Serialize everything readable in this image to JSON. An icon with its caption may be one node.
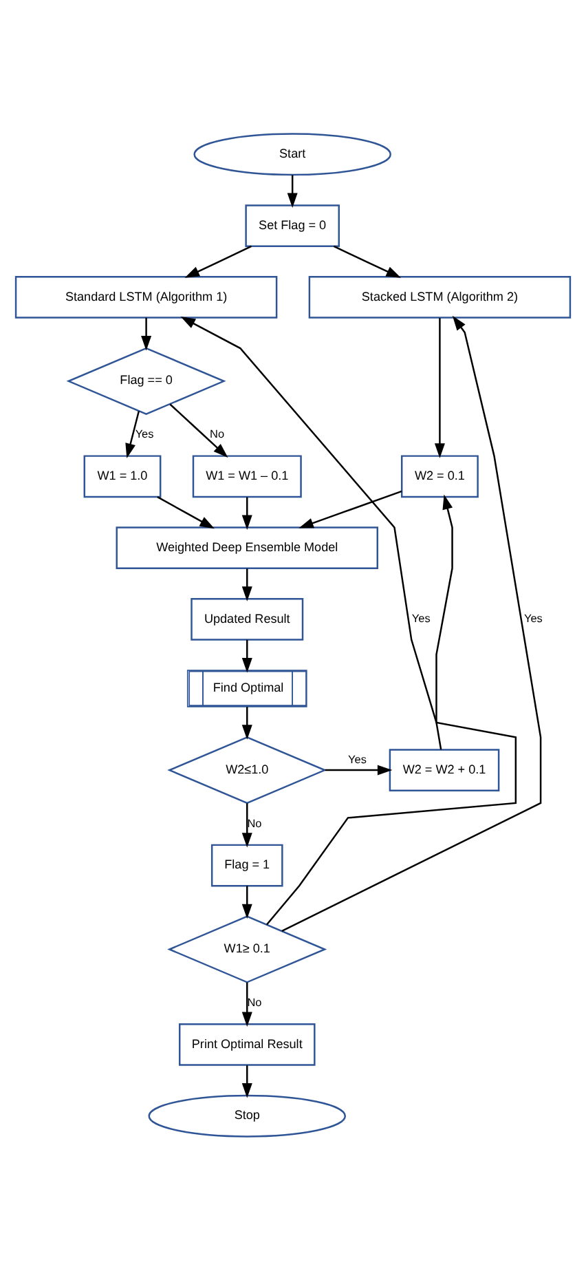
{
  "diagram": {
    "nodes": [
      {
        "text": [
          "Start"
        ]
      },
      {
        "text": [
          "Set Flag = 0"
        ]
      },
      {
        "text": [
          "Standard LSTM (Algorithm 1)"
        ]
      },
      {
        "text": [
          "Stacked LSTM (Algorithm 2)"
        ]
      },
      {
        "text": [
          "Flag == 0"
        ]
      },
      {
        "text": [
          "W2 = 0.1"
        ]
      },
      {
        "text": [
          "W1 = 1.0"
        ]
      },
      {
        "text": [
          "W1 = W1 – 0.1"
        ]
      },
      {
        "text": [
          "Weighted Deep Ensemble Model"
        ]
      },
      {
        "text": [
          "Updated Result"
        ]
      },
      {
        "text": [
          "Find Optimal"
        ]
      },
      {
        "text": [
          "W2≤1.0"
        ]
      },
      {
        "text": [
          "W2 = W2 + 0.1"
        ]
      },
      {
        "text": [
          "Flag = 1"
        ]
      },
      {
        "text": [
          "W1≥ 0.1"
        ]
      },
      {
        "text": [
          "Print Optimal Result"
        ]
      },
      {
        "text": [
          "Stop"
        ]
      }
    ],
    "edges": [
      {
        "from": 0,
        "to": 1,
        "arrow": "to"
      },
      {
        "from": 1,
        "to": 2,
        "arrow": "to"
      },
      {
        "from": 1,
        "to": 3,
        "arrow": "to"
      },
      {
        "from": 2,
        "to": 4,
        "arrow": "to"
      },
      {
        "from": 4,
        "to": 6,
        "arrow": "to",
        "label": "Yes"
      },
      {
        "from": 4,
        "to": 7,
        "arrow": "to",
        "label": "No"
      },
      {
        "from": 3,
        "to": 5,
        "arrow": "to"
      },
      {
        "from": 12,
        "to": 5,
        "arrow": "to"
      },
      {
        "from": 6,
        "to": 8,
        "arrow": "to"
      },
      {
        "from": 7,
        "to": 8,
        "arrow": "to"
      },
      {
        "from": 5,
        "to": 8,
        "arrow": "to"
      },
      {
        "from": 8,
        "to": 9,
        "arrow": "to"
      },
      {
        "from": 9,
        "to": 10,
        "arrow": "to"
      },
      {
        "from": 10,
        "to": 11,
        "arrow": "to"
      },
      {
        "from": 11,
        "to": 12,
        "arrow": "to",
        "label": "Yes"
      },
      {
        "from": 11,
        "to": 13,
        "arrow": "to",
        "label": "No"
      },
      {
        "from": 13,
        "to": 14,
        "arrow": "to"
      },
      {
        "from": 14,
        "to": 2,
        "arrow": "to",
        "label": "Yes"
      },
      {
        "from": 14,
        "to": 3,
        "arrow": "to",
        "label": "Yes"
      },
      {
        "from": 14,
        "to": 15,
        "arrow": "to",
        "label": "No"
      },
      {
        "from": 15,
        "to": 16,
        "arrow": "to"
      }
    ]
  }
}
